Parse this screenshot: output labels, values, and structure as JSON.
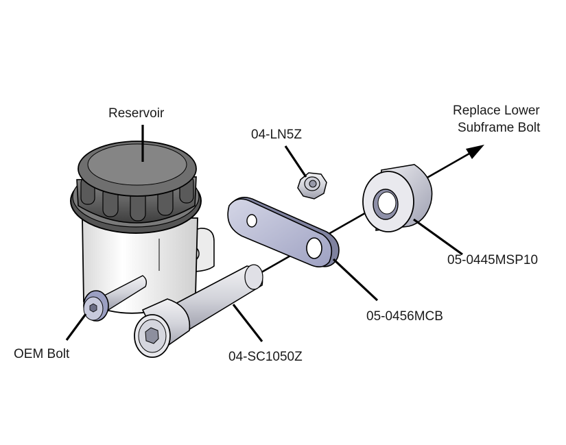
{
  "labels": {
    "reservoir": "Reservoir",
    "nut": "04-LN5Z",
    "replace_line1": "Replace Lower",
    "replace_line2": "Subframe Bolt",
    "spacer": "05-0445MSP10",
    "bracket": "05-0456MCB",
    "oem_bolt": "OEM Bolt",
    "cap_screw": "04-SC1050Z"
  },
  "colors": {
    "line": "#000000",
    "metal_light": "#e6e6ea",
    "metal_mid": "#b9bac4",
    "metal_dark": "#80818e",
    "blue_steel": "#a8abc8",
    "cap_dark": "#4a4a4a",
    "cap_mid": "#6e6e6e",
    "reservoir_body": "#f4f4f4"
  }
}
